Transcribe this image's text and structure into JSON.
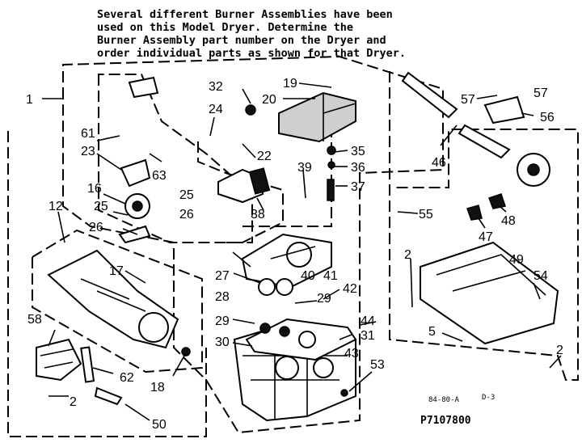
{
  "note": {
    "lines": [
      "Several different Burner Assemblies have been",
      "used on this Model Dryer.  Determine the",
      "Burner Assembly part number on the Dryer and",
      "order individual parts as shown for that Dryer."
    ]
  },
  "callouts": {
    "c1": "1",
    "c2a": "2",
    "c2b": "2",
    "c2c": "2",
    "c5": "5",
    "c12": "12",
    "c16": "16",
    "c17": "17",
    "c18": "18",
    "c19": "19",
    "c20": "20",
    "c22": "22",
    "c23": "23",
    "c24": "24",
    "c25a": "25",
    "c25b": "25",
    "c26a": "26",
    "c26b": "26",
    "c27": "27",
    "c28": "28",
    "c29a": "29",
    "c29b": "29",
    "c30": "30",
    "c31": "31",
    "c32": "32",
    "c35": "35",
    "c36": "36",
    "c37": "37",
    "c38": "38",
    "c39": "39",
    "c40": "40",
    "c41": "41",
    "c42": "42",
    "c43": "43",
    "c44": "44",
    "c46": "46",
    "c47": "47",
    "c48": "48",
    "c49": "49",
    "c50": "50",
    "c53": "53",
    "c54": "54",
    "c55": "55",
    "c56": "56",
    "c57a": "57",
    "c57b": "57",
    "c58": "58",
    "c61": "61",
    "c62": "62",
    "c63": "63"
  },
  "footer": {
    "code": "84-80-A",
    "sheet": "D-3",
    "figure_number": "P7107800"
  }
}
